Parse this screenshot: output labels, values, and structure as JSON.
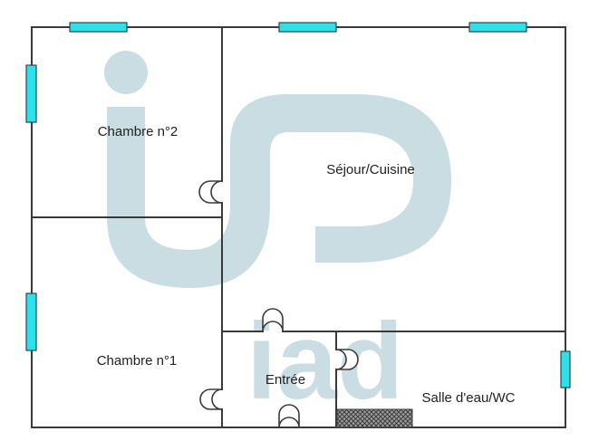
{
  "watermark": {
    "text": "iad",
    "color": "#c9dde3"
  },
  "rooms": [
    {
      "id": "chambre-2",
      "label": "Chambre n°2"
    },
    {
      "id": "sejour-cuisine",
      "label": "Séjour/Cuisine"
    },
    {
      "id": "chambre-1",
      "label": "Chambre n°1"
    },
    {
      "id": "entree",
      "label": "Entrée"
    },
    {
      "id": "salle-eau-wc",
      "label": "Salle d'eau/WC"
    }
  ],
  "colors": {
    "wall": "#3a3a3a",
    "window": "#2ee0ea",
    "background": "#ffffff"
  }
}
